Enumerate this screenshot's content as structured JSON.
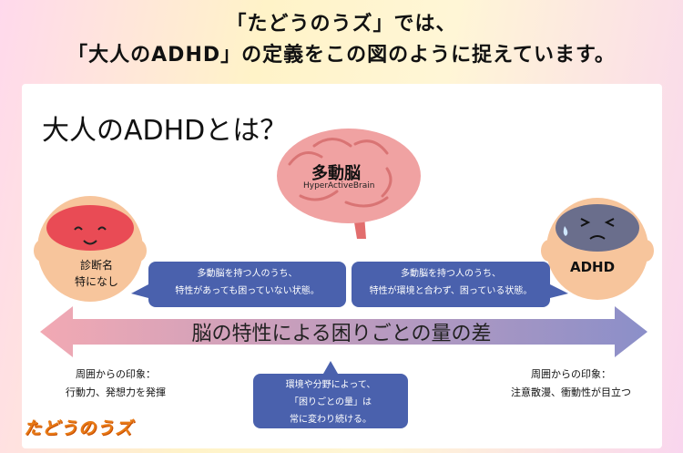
{
  "header": {
    "line1": "「たどうのうズ」では、",
    "line2": "「大人のADHD」の定義をこの図のように捉えています。"
  },
  "diagram": {
    "title": "大人のADHDとは？",
    "brain": {
      "label": "多動脳",
      "sublabel": "HyperActiveBrain"
    },
    "left_head_label": [
      "診断名",
      "特になし"
    ],
    "right_head_label": "ADHD",
    "bubble_left": [
      "多動脳を持つ人のうち、",
      "特性があっても困っていない状態。"
    ],
    "bubble_right": [
      "多動脳を持つ人のうち、",
      "特性が環境と合わず、困っている状態。"
    ],
    "arrow_text": "脳の特性による困りごとの量の差",
    "bubble_bottom": [
      "環境や分野によって、",
      "「困りごとの量」は",
      "常に変わり続ける。"
    ],
    "impression_left": [
      "周囲からの印象：",
      "行動力、発想力を発揮"
    ],
    "impression_right": [
      "周囲からの印象：",
      "注意散漫、衝動性が目立つ"
    ]
  },
  "logo": {
    "text": "たどうのうズ"
  },
  "colors": {
    "bubble": "#4a61ad",
    "arrow_left": "#f2a9b3",
    "arrow_right": "#8b8fc9",
    "logo": "#e87a16"
  },
  "icons": [
    "brain-illustration",
    "happy-brain-face-icon",
    "stressed-brain-face-icon"
  ]
}
